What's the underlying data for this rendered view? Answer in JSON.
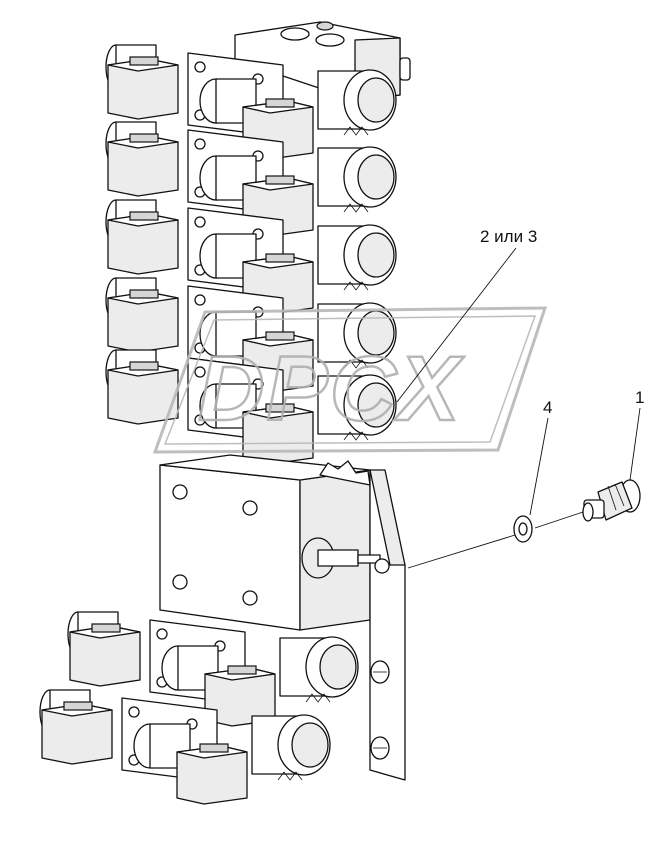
{
  "callouts": {
    "c1": "1",
    "c23": "2 или 3",
    "c4": "4"
  },
  "watermark": {
    "text": "DPCX"
  },
  "colors": {
    "line": "#111111",
    "shade": "#ececec",
    "watermark": "#bdbdbd"
  }
}
